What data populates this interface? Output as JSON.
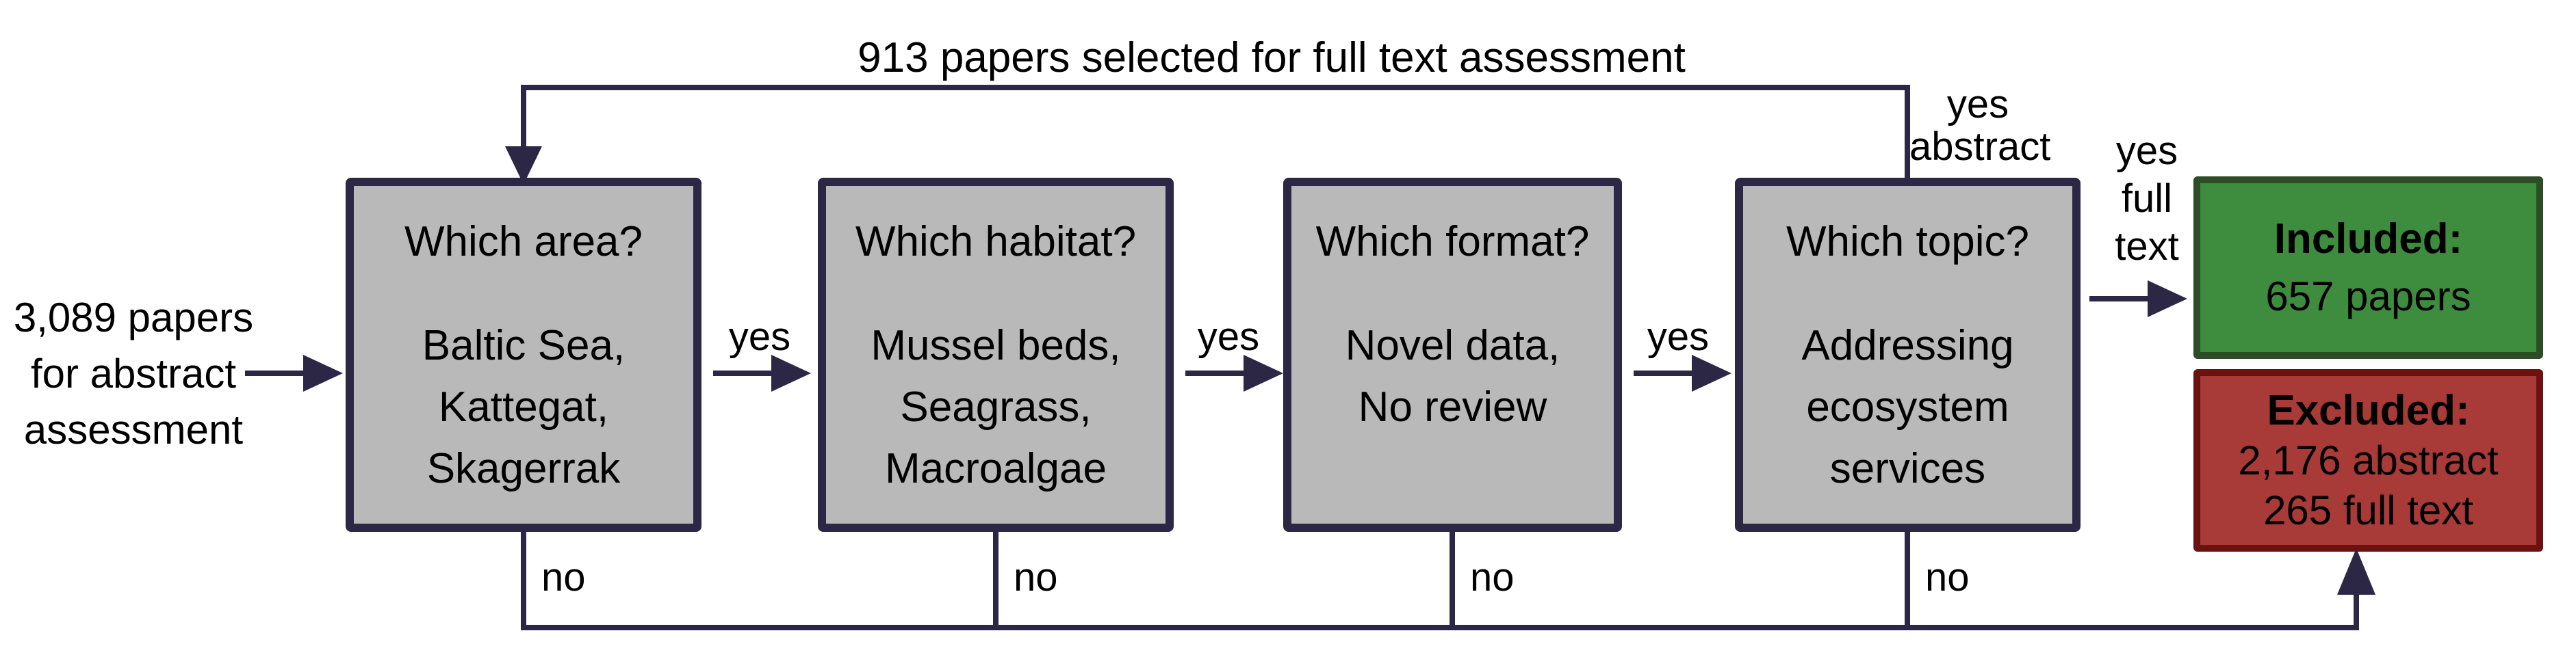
{
  "colors": {
    "bg": "#ffffff",
    "text": "#000000",
    "navy": "#2b2745",
    "grey": "#b9b9b9",
    "green": "#3e8c3e",
    "green-border": "#2c4d26",
    "red": "#a83a38",
    "red-border": "#6b1110"
  },
  "flow": {
    "loop_label": "913 papers selected for full text assessment",
    "source": {
      "lines": [
        "3,089 papers",
        "for abstract",
        "assessment"
      ]
    },
    "boxes": [
      {
        "question": "Which area?",
        "lines": [
          "Baltic Sea,",
          "Kattegat,",
          "Skagerrak"
        ]
      },
      {
        "question": "Which habitat?",
        "lines": [
          "Mussel beds,",
          "Seagrass,",
          "Macroalgae"
        ]
      },
      {
        "question": "Which format?",
        "lines": [
          "Novel data,",
          "No review"
        ]
      },
      {
        "question": "Which topic?",
        "lines": [
          "Addressing",
          "ecosystem",
          "services"
        ]
      }
    ],
    "yes_labels": [
      "yes",
      "yes",
      "yes"
    ],
    "no_labels": [
      "no",
      "no",
      "no",
      "no"
    ],
    "yes_abstract": {
      "lines": [
        "yes",
        "abstract"
      ]
    },
    "yes_full_text": {
      "lines": [
        "yes",
        "full",
        "text"
      ]
    },
    "included": {
      "title": "Included:",
      "count": "657 papers"
    },
    "excluded": {
      "title": "Excluded:",
      "abstract_count": "2,176 abstract",
      "fulltext_count": "265 full text"
    }
  }
}
